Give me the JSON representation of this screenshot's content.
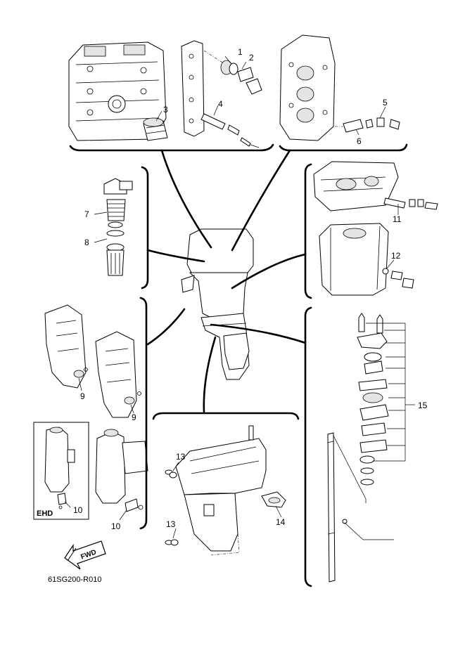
{
  "callouts": [
    {
      "id": "c1",
      "text": "1"
    },
    {
      "id": "c2",
      "text": "2"
    },
    {
      "id": "c3",
      "text": "3"
    },
    {
      "id": "c4",
      "text": "4"
    },
    {
      "id": "c5",
      "text": "5"
    },
    {
      "id": "c6",
      "text": "6"
    },
    {
      "id": "c7",
      "text": "7"
    },
    {
      "id": "c8",
      "text": "8"
    },
    {
      "id": "c9a",
      "text": "9"
    },
    {
      "id": "c9b",
      "text": "9"
    },
    {
      "id": "c10a",
      "text": "10"
    },
    {
      "id": "c10b",
      "text": "10"
    },
    {
      "id": "c11",
      "text": "11"
    },
    {
      "id": "c12",
      "text": "12"
    },
    {
      "id": "c13a",
      "text": "13"
    },
    {
      "id": "c13b",
      "text": "13"
    },
    {
      "id": "c14",
      "text": "14"
    },
    {
      "id": "c15",
      "text": "15"
    }
  ],
  "inset_label": "EHD",
  "direction_label": "FWD",
  "diagram_code": "61SG200-R010"
}
